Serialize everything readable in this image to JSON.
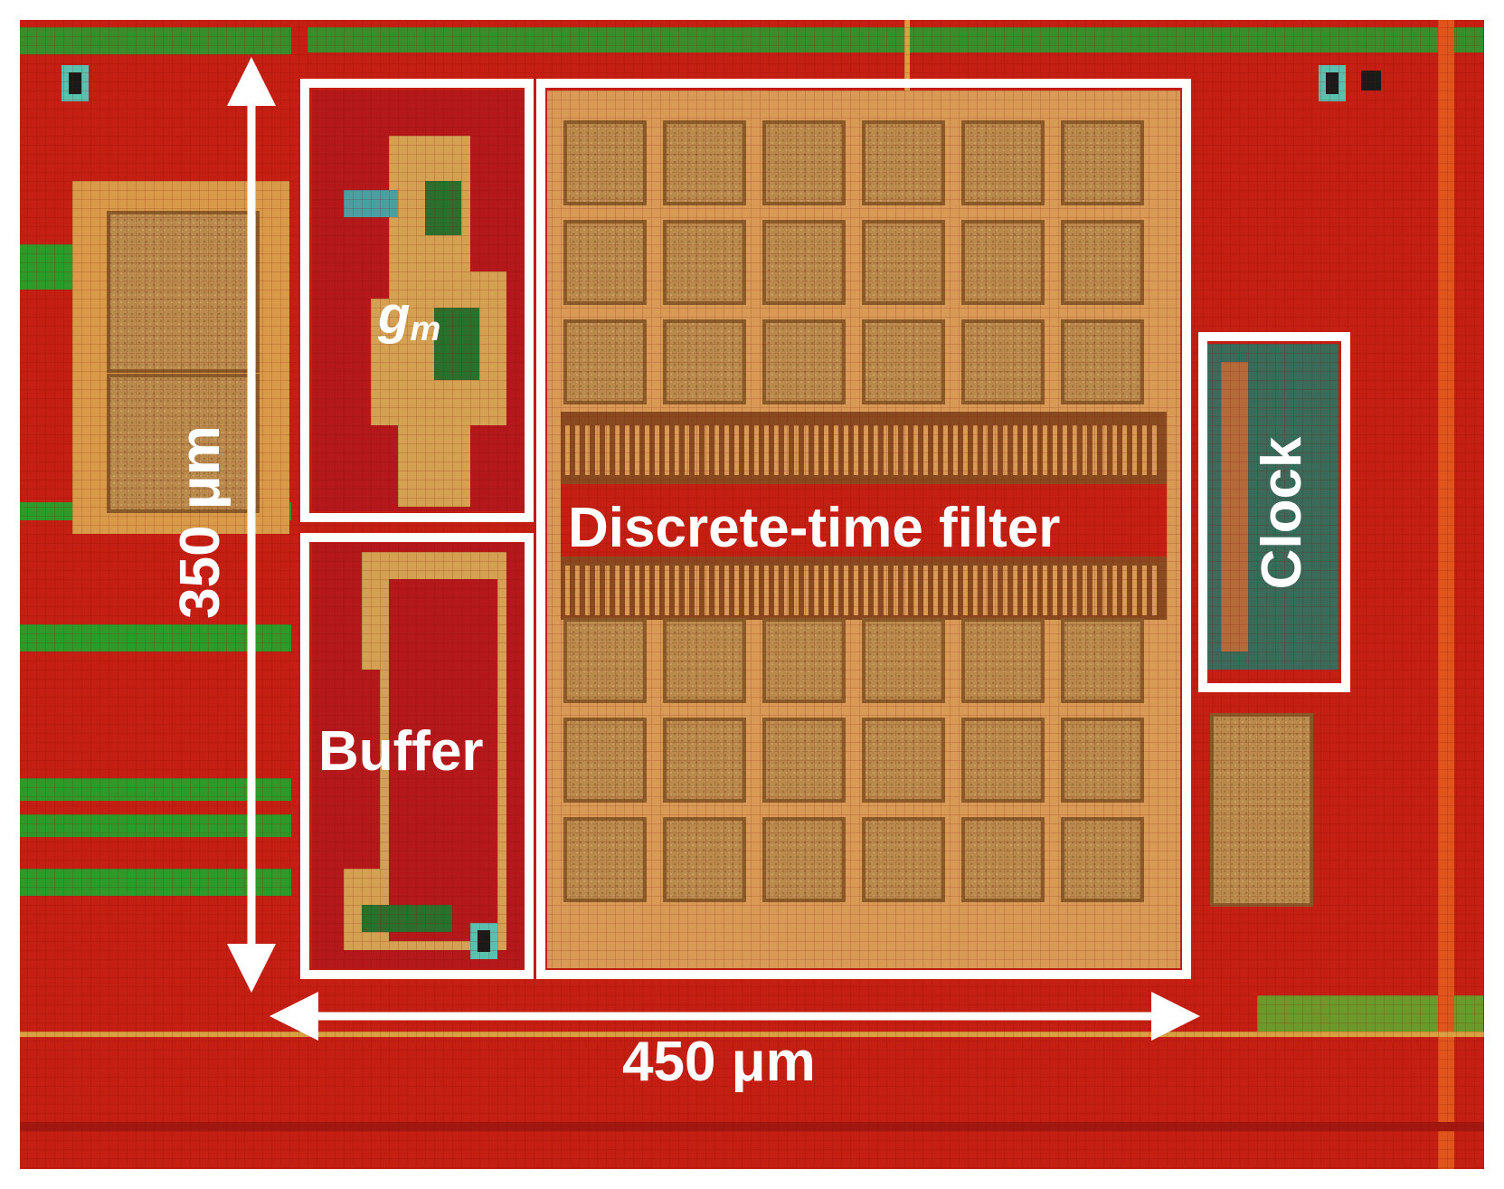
{
  "labels": {
    "gm_main": "g",
    "gm_sub": "m",
    "buffer": "Buffer",
    "filter": "Discrete-time filter",
    "clock": "Clock",
    "height_dim": "350 μm",
    "width_dim": "450 μm"
  },
  "colors": {
    "background": "#ffffff",
    "substrate": "#c41f12",
    "metal_green": "#2e9a2a",
    "capacitor": "#b98a4c",
    "routing": "#d9a060",
    "annotation": "#ffffff"
  },
  "icons": {
    "vertical_dimension": "double-headed-arrow-icon",
    "horizontal_dimension": "double-headed-arrow-icon"
  }
}
